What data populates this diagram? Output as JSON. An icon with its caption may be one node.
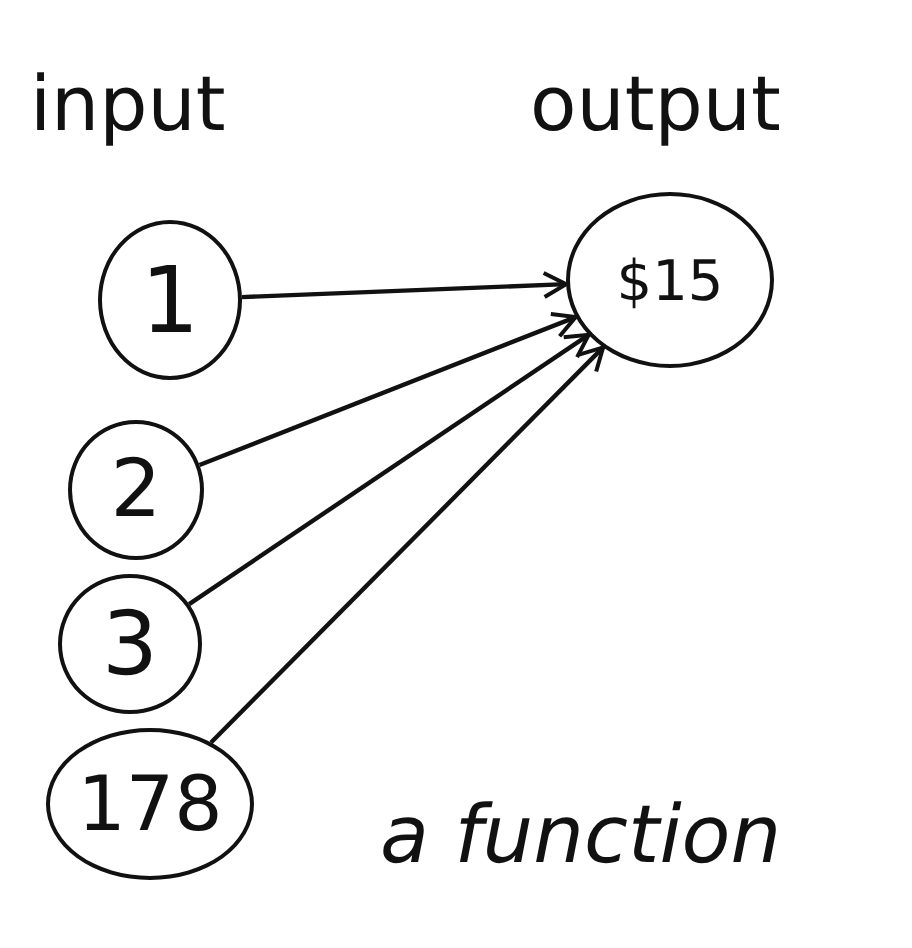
{
  "diagram": {
    "nodes": [
      {
        "text": [
          "1"
        ]
      },
      {
        "text": [
          "2"
        ]
      },
      {
        "text": [
          "3"
        ]
      },
      {
        "text": [
          "178"
        ]
      },
      {
        "text": [
          "$15"
        ]
      }
    ],
    "edges": [
      {
        "from": 0,
        "to": 4,
        "arrow": "to"
      },
      {
        "from": 1,
        "to": 4,
        "arrow": "to"
      },
      {
        "from": 2,
        "to": 4,
        "arrow": "to"
      },
      {
        "from": 3,
        "to": 4,
        "arrow": "to"
      }
    ],
    "labels": [
      "input",
      "output",
      "a function"
    ]
  }
}
